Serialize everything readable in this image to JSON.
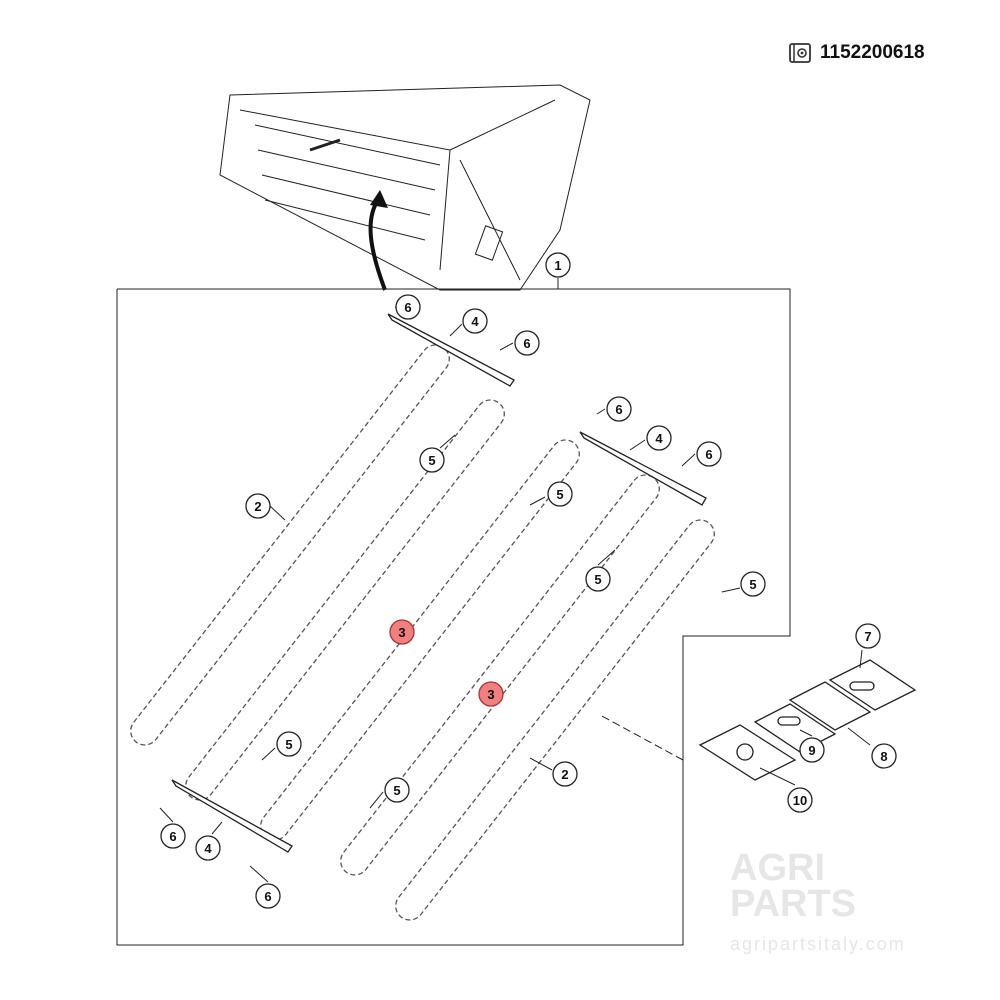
{
  "header": {
    "part_number": "1152200618",
    "icon": "manual-gear-icon"
  },
  "watermark": {
    "brand_line1": "AGRI",
    "brand_line2": "PARTS",
    "url": "agripartsitaly.com"
  },
  "callouts": [
    {
      "label": "1",
      "highlighted": false
    },
    {
      "label": "6",
      "highlighted": false
    },
    {
      "label": "4",
      "highlighted": false
    },
    {
      "label": "6",
      "highlighted": false
    },
    {
      "label": "6",
      "highlighted": false
    },
    {
      "label": "4",
      "highlighted": false
    },
    {
      "label": "6",
      "highlighted": false
    },
    {
      "label": "5",
      "highlighted": false
    },
    {
      "label": "5",
      "highlighted": false
    },
    {
      "label": "2",
      "highlighted": false
    },
    {
      "label": "5",
      "highlighted": false
    },
    {
      "label": "5",
      "highlighted": false
    },
    {
      "label": "3",
      "highlighted": true
    },
    {
      "label": "3",
      "highlighted": true
    },
    {
      "label": "5",
      "highlighted": false
    },
    {
      "label": "5",
      "highlighted": false
    },
    {
      "label": "2",
      "highlighted": false
    },
    {
      "label": "6",
      "highlighted": false
    },
    {
      "label": "4",
      "highlighted": false
    },
    {
      "label": "6",
      "highlighted": false
    },
    {
      "label": "7",
      "highlighted": false
    },
    {
      "label": "9",
      "highlighted": false
    },
    {
      "label": "8",
      "highlighted": false
    },
    {
      "label": "10",
      "highlighted": false
    }
  ],
  "colors": {
    "highlight": "#f08080",
    "line": "#222222",
    "watermark": "#ececec"
  }
}
